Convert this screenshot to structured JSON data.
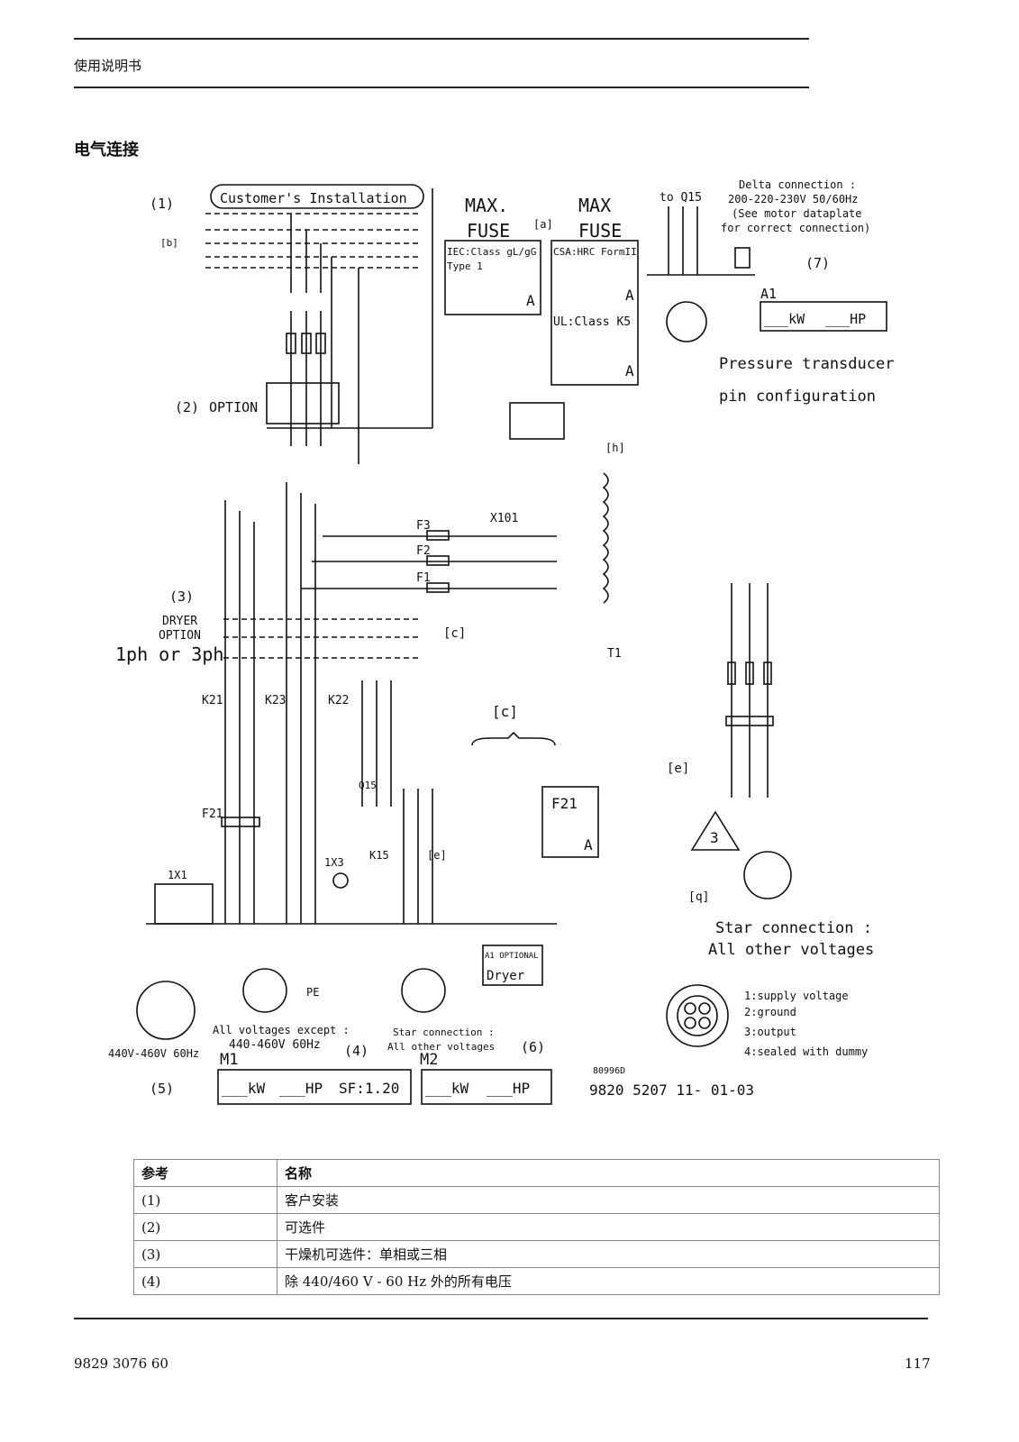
{
  "header": {
    "title": "使用说明书"
  },
  "section": {
    "title": "电气连接"
  },
  "diagram": {
    "labels": {
      "customer_installation": "Customer's Installation",
      "max_fuse_1": "MAX.",
      "max_fuse_1b": "FUSE",
      "max_fuse_2": "MAX",
      "max_fuse_2b": "FUSE",
      "bracket_a": "[a]",
      "iec_class": "IEC:Class gL/gG",
      "type1": "Type 1",
      "csa": "CSA:HRC FormII",
      "ul_class": "UL:Class K5",
      "amp": "A",
      "to_q15": "to Q15",
      "delta_1": "Delta connection :",
      "delta_2": "200-220-230V 50/60Hz",
      "delta_3": "(See motor dataplate",
      "delta_4": "for correct connection)",
      "ref7": "(7)",
      "a1": "A1",
      "kw": "___kW",
      "hp": "___HP",
      "pressure_1": "Pressure transducer",
      "pressure_2": "pin configuration",
      "ref1": "(1)",
      "ref2": "(2)",
      "option": "OPTION",
      "ref3": "(3)",
      "dryer": "DRYER",
      "option2": "OPTION",
      "phase": "1ph or 3ph",
      "bracket_c": "[c]",
      "x101": "X101",
      "t1": "T1",
      "f1": "F1",
      "f2": "F2",
      "f3": "F3",
      "k21": "K21",
      "k23": "K23",
      "k22": "K22",
      "f21": "F21",
      "q15": "Q15",
      "k15": "K15",
      "onex1": "1X1",
      "onex3": "1X3",
      "star_1": "Star connection :",
      "star_2": "All other voltages",
      "supply_1": "1:supply voltage",
      "supply_2": "2:ground",
      "supply_3": "3:output",
      "supply_4": "4:sealed with dummy",
      "m1_label": "M1",
      "m2_label": "M2",
      "v440": "440V-460V 60Hz",
      "all_except_1": "All voltages except :",
      "all_except_2": "440-460V 60Hz",
      "ref4": "(4)",
      "ref5": "(5)",
      "ref6": "(6)",
      "star_small_1": "Star connection :",
      "star_small_2": "All other voltages",
      "sf": "SF:1.20",
      "drawing_no": "80996D",
      "doc_ref": "9820 5207 11- 01-03",
      "dryer_box": "Dryer",
      "a1_optional": "A1 OPTIONAL",
      "pe": "PE",
      "bracket_e": "[e]",
      "bracket_h": "[h]",
      "bracket_q": "[q]",
      "bracket_b": "[b]",
      "warning": "3"
    }
  },
  "legend": {
    "headers": [
      "参考",
      "名称"
    ],
    "rows": [
      [
        "(1)",
        "客户安装"
      ],
      [
        "(2)",
        "可选件"
      ],
      [
        "(3)",
        "干燥机可选件：单相或三相"
      ],
      [
        "(4)",
        "除 440/460 V - 60 Hz 外的所有电压"
      ]
    ]
  },
  "footer": {
    "doc_number": "9829 3076 60",
    "page": "117"
  }
}
